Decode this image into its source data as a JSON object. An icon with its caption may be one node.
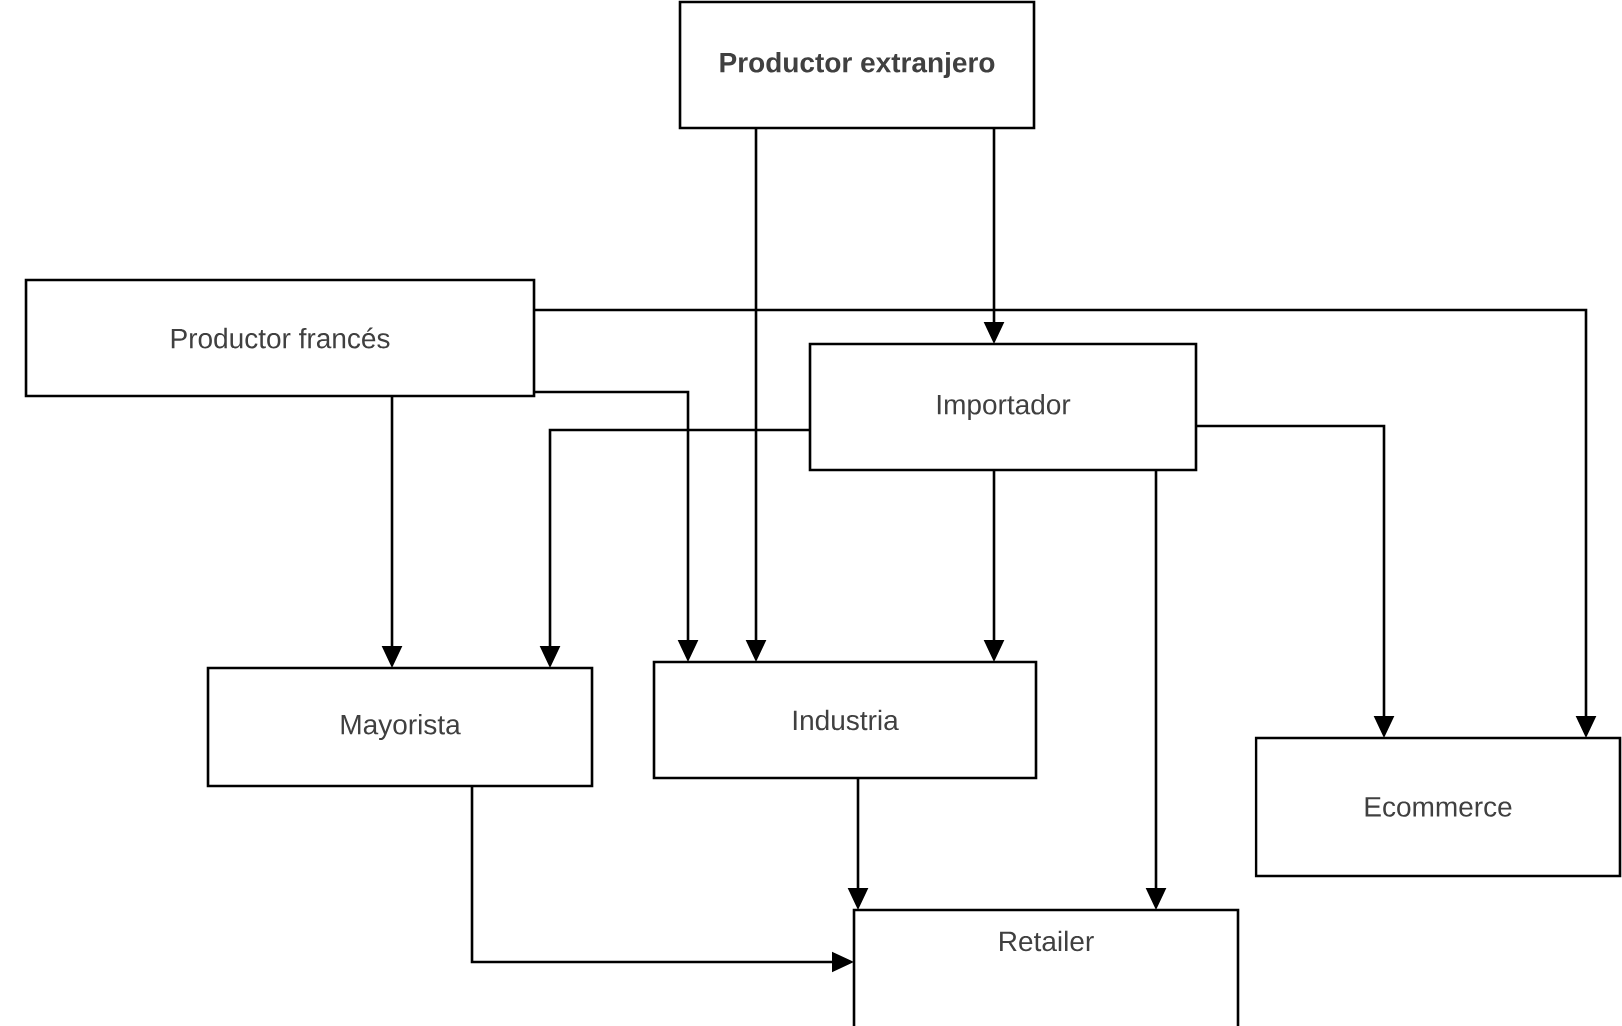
{
  "diagram": {
    "nodes": [
      {
        "text": [
          "**Productor extranjero**"
        ]
      },
      {
        "text": [
          "Productor francés"
        ]
      },
      {
        "text": [
          "Importador"
        ]
      },
      {
        "text": [
          "Mayorista"
        ]
      },
      {
        "text": [
          "Industria"
        ]
      },
      {
        "text": [
          "Ecommerce"
        ]
      },
      {
        "text": [
          "Retailer"
        ]
      }
    ],
    "edges": [
      {
        "from": 0,
        "to": 2,
        "arrow": "to"
      },
      {
        "from": 0,
        "to": 4,
        "arrow": "to"
      },
      {
        "from": 1,
        "to": 5,
        "arrow": "to"
      },
      {
        "from": 1,
        "to": 3,
        "arrow": "to"
      },
      {
        "from": 1,
        "to": 4,
        "arrow": "to"
      },
      {
        "from": 2,
        "to": 3,
        "arrow": "to"
      },
      {
        "from": 2,
        "to": 4,
        "arrow": "to"
      },
      {
        "from": 2,
        "to": 6,
        "arrow": "to"
      },
      {
        "from": 2,
        "to": 5,
        "arrow": "to"
      },
      {
        "from": 3,
        "to": 6,
        "arrow": "to"
      },
      {
        "from": 4,
        "to": 6,
        "arrow": "to"
      }
    ]
  }
}
